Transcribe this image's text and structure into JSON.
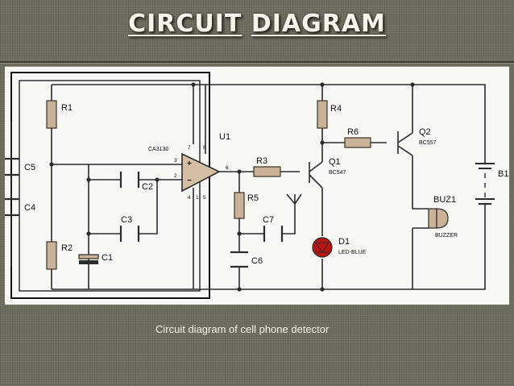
{
  "header": {
    "title_word1": "CIRCUIT",
    "title_word2": "DIAGRAM"
  },
  "caption": "Circuit diagram of cell phone detector",
  "diagram": {
    "resistors": {
      "r1": "R1",
      "r2": "R2",
      "r3": "R3",
      "r4": "R4",
      "r5": "R5",
      "r6": "R6"
    },
    "capacitors": {
      "c1": "C1",
      "c2": "C2",
      "c3": "C3",
      "c4": "C4",
      "c5": "C5",
      "c6": "C6",
      "c7": "C7"
    },
    "opamp": {
      "ref": "U1",
      "part": "CA3130",
      "pin3": "3",
      "pin2": "2",
      "pin6": "6",
      "pin7": "7",
      "pin8": "8",
      "pin4": "4",
      "pin1": "1",
      "pin5": "5"
    },
    "q1": {
      "ref": "Q1",
      "part": "BC547"
    },
    "q2": {
      "ref": "Q2",
      "part": "BC557"
    },
    "d1": {
      "ref": "D1",
      "part": "LED-BLUE"
    },
    "buzzer": {
      "ref": "BUZ1",
      "part": "BUZZER"
    },
    "battery": {
      "ref": "B1"
    },
    "colors": {
      "wire": "#2c2c2c",
      "component": "#c9b298",
      "led": "#b81414",
      "opamp": "#d4bfa4"
    }
  }
}
